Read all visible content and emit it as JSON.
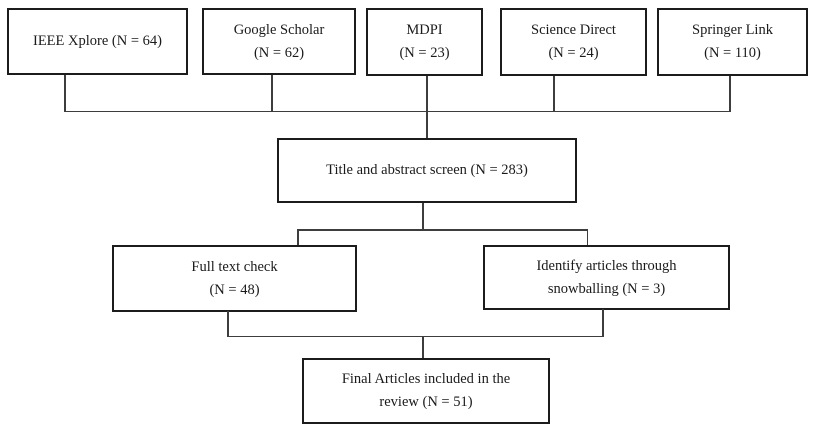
{
  "flowchart": {
    "sources": [
      {
        "name": "ieee-xplore",
        "lines": [
          "IEEE Xplore (N = 64)",
          ""
        ],
        "count": 64
      },
      {
        "name": "google-scholar",
        "lines": [
          "Google Scholar",
          "(N = 62)"
        ],
        "count": 62
      },
      {
        "name": "mdpi",
        "lines": [
          "MDPI",
          "(N = 23)"
        ],
        "count": 23
      },
      {
        "name": "science-direct",
        "lines": [
          "Science Direct",
          "(N = 24)"
        ],
        "count": 24
      },
      {
        "name": "springer-link",
        "lines": [
          "Springer Link",
          "(N = 110)"
        ],
        "count": 110
      }
    ],
    "title_abstract_screen": {
      "lines": [
        "Title and abstract screen (N = 283)",
        ""
      ],
      "count": 283
    },
    "full_text_check": {
      "lines": [
        "Full text check",
        "(N = 48)"
      ],
      "count": 48
    },
    "snowballing": {
      "lines": [
        "Identify articles through",
        "snowballing (N = 3)"
      ],
      "count": 3
    },
    "final_articles": {
      "lines": [
        "Final Articles included in the",
        "review (N = 51)"
      ],
      "count": 51
    },
    "colors": {
      "canvas_bg": "#ffffff",
      "box_bg": "#ffffff",
      "box_border": "#1c1c1c",
      "connector": "#3d3d3d",
      "text": "#1a1a1a"
    }
  }
}
